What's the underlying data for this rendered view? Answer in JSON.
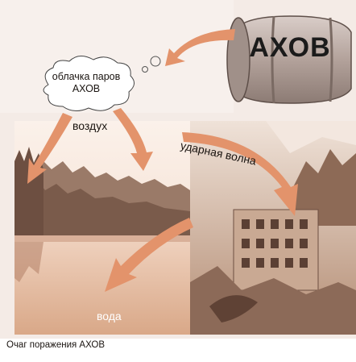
{
  "diagram": {
    "source_label": "АХОВ",
    "cloud_line1": "облачка паров",
    "cloud_line2": "АХОВ",
    "air_label": "воздух",
    "shockwave_label": "ударная волна",
    "water_label": "вода",
    "caption": "Очаг поражения АХОВ"
  },
  "colors": {
    "arrow": "#e3936b",
    "barrel": "#b9a8a1",
    "sky": "#f6e4d8",
    "water": "#e7bfa6",
    "forest": "#8a6a58",
    "ruins": "#a58670"
  }
}
